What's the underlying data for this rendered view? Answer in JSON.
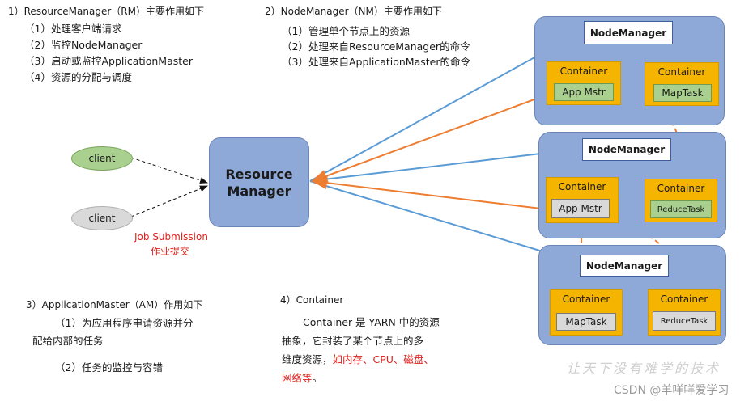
{
  "rm_section": {
    "title": "1）ResourceManager（RM）主要作用如下",
    "items": [
      "（1）处理客户端请求",
      "（2）监控NodeManager",
      "（3）启动或监控ApplicationMaster",
      "（4）资源的分配与调度"
    ]
  },
  "nm_section": {
    "title": "2）NodeManager（NM）主要作用如下",
    "items": [
      "（1）管理单个节点上的资源",
      "（2）处理来自ResourceManager的命令",
      "（3）处理来自ApplicationMaster的命令"
    ]
  },
  "am_section": {
    "title": "3）ApplicationMaster（AM）作用如下",
    "line1": "（1）为应用程序申请资源并分",
    "line2": "配给内部的任务",
    "line3": "（2）任务的监控与容错"
  },
  "container_section": {
    "title": "4）Container",
    "line1": "Container 是 YARN 中的资源",
    "line2": "抽象，它封装了某个节点上的多",
    "line3_plain": "维度资源，",
    "line3_red": "如内存、CPU、磁盘、",
    "line4_red": "网络等",
    "line4_end": "。"
  },
  "diagram": {
    "client1": "client",
    "client2": "client",
    "job_submission_en": "Job Submission",
    "job_submission_cn": "作业提交",
    "rm_line1": "Resource",
    "rm_line2": "Manager",
    "nodes": [
      {
        "nm": "NodeManager",
        "c1": "Container",
        "t1": "App Mstr",
        "c2": "Container",
        "t2": "MapTask"
      },
      {
        "nm": "NodeManager",
        "c1": "Container",
        "t1": "App Mstr",
        "c2": "Container",
        "t2": "ReduceTask"
      },
      {
        "nm": "NodeManager",
        "c1": "Container",
        "t1": "MapTask",
        "c2": "Container",
        "t2": "ReduceTask"
      }
    ]
  },
  "watermark": "让天下没有难学的技术",
  "csdn": "CSDN @羊咩咩爱学习",
  "colors": {
    "node_fill": "#8ea9d8",
    "container": "#f5b400",
    "blue_arrow": "#5b9bd5",
    "orange_arrow": "#ed7d31",
    "red_text": "#e0201b"
  }
}
